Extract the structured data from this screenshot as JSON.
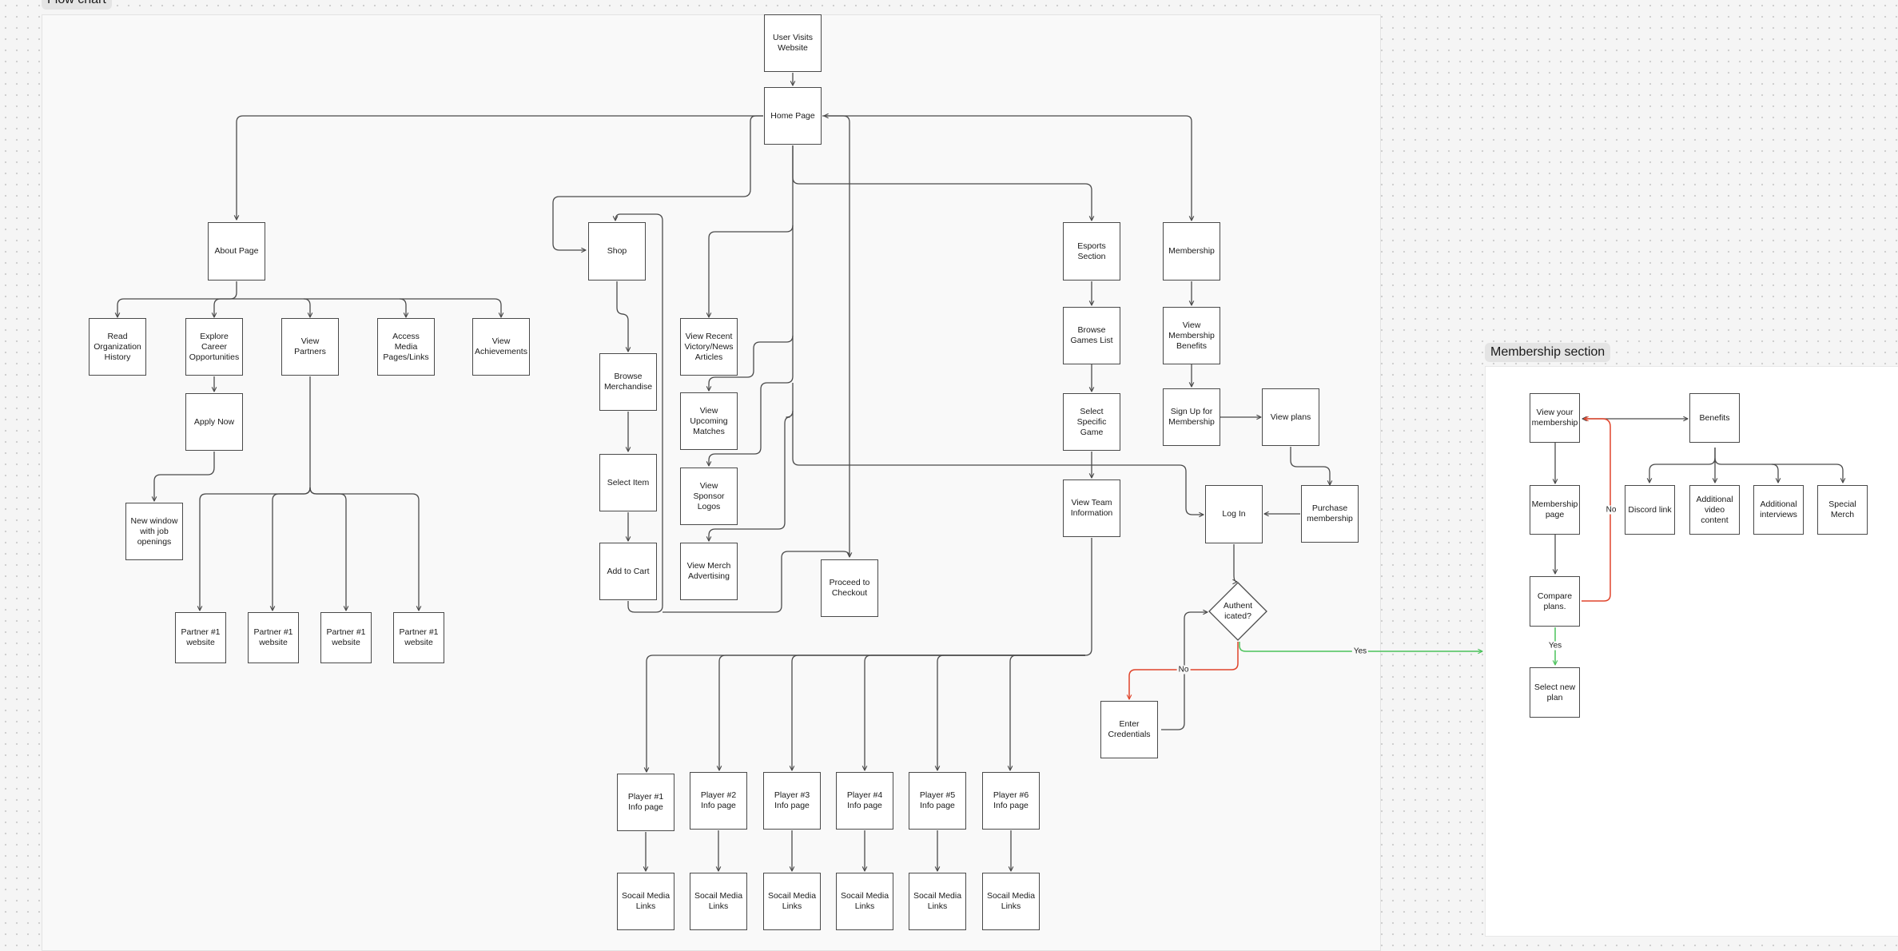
{
  "sections": {
    "flow_chart": "Flow chart",
    "membership_section": "Membership section"
  },
  "nodes": {
    "user_visits": "User Visits Website",
    "home": "Home Page",
    "about": "About Page",
    "read_history": "Read Organization History",
    "career": "Explore Career Opportunities",
    "view_partners": "View Partners",
    "media_links": "Access Media Pages/Links",
    "achievements": "View Achievements",
    "apply_now": "Apply Now",
    "job_window": "New window with job openings",
    "partner_1": "Partner #1 website",
    "partner_2": "Partner #1 website",
    "partner_3": "Partner #1 website",
    "partner_4": "Partner #1 website",
    "shop": "Shop",
    "browse_merch": "Browse Merchandise",
    "select_item": "Select Item",
    "add_cart": "Add to Cart",
    "checkout": "Proceed to Checkout",
    "news": "View Recent Victory/News Articles",
    "matches": "View Upcoming Matches",
    "sponsors": "View Sponsor Logos",
    "merch_adv": "View Merch Advertising",
    "esports": "Esports Section",
    "browse_games": "Browse Games List",
    "select_game": "Select Specific Game",
    "team_info": "View Team Information",
    "player_1": "Player #1 Info page",
    "player_2": "Player #2 Info page",
    "player_3": "Player #3 Info page",
    "player_4": "Player #4 Info page",
    "player_5": "Player #5 Info page",
    "player_6": "Player #6 Info page",
    "social_1": "Socail Media Links",
    "social_2": "Socail Media Links",
    "social_3": "Socail Media Links",
    "social_4": "Socail Media Links",
    "social_5": "Socail Media Links",
    "social_6": "Socail Media Links",
    "membership": "Membership",
    "member_benefits": "View Membership Benefits",
    "sign_up": "Sign Up for Membership",
    "view_plans": "View plans",
    "purchase": "Purchase membership",
    "log_in": "Log In",
    "authenticated": "Authent icated?",
    "credentials": "Enter Credentials",
    "view_your": "View your membership",
    "benefits": "Benefits",
    "membership_page": "Membership page",
    "compare": "Compare plans.",
    "select_plan": "Select new plan",
    "discord": "Discord link",
    "video": "Additional video content",
    "interviews": "Additional interviews",
    "special_merch": "Special Merch"
  },
  "edge_labels": {
    "auth_no": "No",
    "auth_yes": "Yes",
    "compare_yes": "Yes",
    "compare_no": "No"
  },
  "colors": {
    "line": "#4a4a4a",
    "yes": "#4bc25b",
    "no": "#e0442b"
  }
}
